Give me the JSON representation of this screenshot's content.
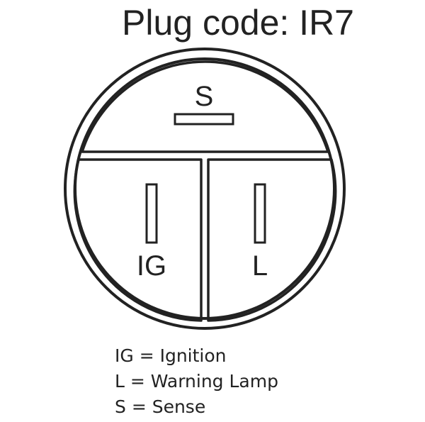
{
  "title": "Plug code: IR7",
  "pins": {
    "s": {
      "label": "S"
    },
    "ig": {
      "label": "IG"
    },
    "l": {
      "label": "L"
    }
  },
  "legend": [
    {
      "text": "IG = Ignition"
    },
    {
      "text": "L = Warning Lamp"
    },
    {
      "text": "S = Sense"
    }
  ],
  "colors": {
    "stroke": "#222222",
    "background": "#ffffff"
  }
}
